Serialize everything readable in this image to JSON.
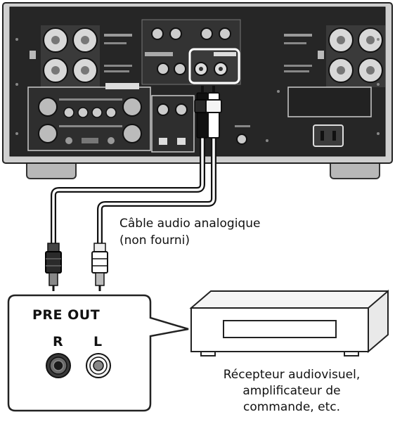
{
  "cable": {
    "line1": "Câble audio analogique",
    "line2": "(non fourni)"
  },
  "preout": {
    "title": "PRE OUT",
    "right": "R",
    "left": "L"
  },
  "device": {
    "line1": "Récepteur audiovisuel,",
    "line2": "amplificateur de",
    "line3": "commande, etc."
  },
  "icons": [
    "amplifier-rear-panel",
    "rca-cable",
    "rca-jack",
    "av-receiver-icon",
    "callout-pointer"
  ]
}
